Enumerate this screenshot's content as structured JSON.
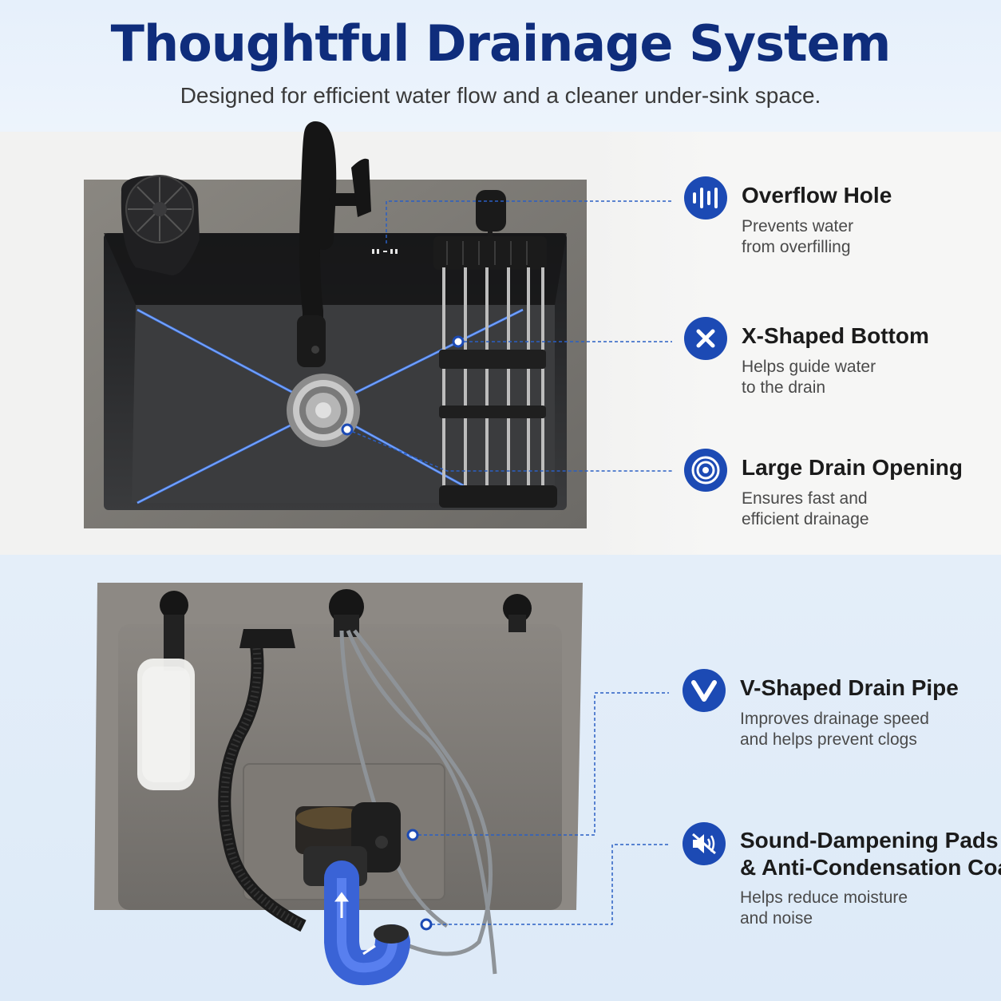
{
  "header": {
    "title": "Thoughtful Drainage System",
    "subtitle": "Designed for efficient water flow and a cleaner under-sink space."
  },
  "features": [
    {
      "icon": "soundwave-icon",
      "title": "Overflow Hole",
      "desc_line1": "Prevents water",
      "desc_line2": "from overfilling"
    },
    {
      "icon": "x-mark-icon",
      "title": "X-Shaped Bottom",
      "desc_line1": "Helps guide water",
      "desc_line2": "to the drain"
    },
    {
      "icon": "concentric-circles-icon",
      "title": "Large Drain Opening",
      "desc_line1": "Ensures fast and",
      "desc_line2": "efficient drainage"
    },
    {
      "icon": "v-letter-icon",
      "title": "V-Shaped Drain Pipe",
      "desc_line1": "Improves drainage speed",
      "desc_line2": "and helps prevent clogs"
    },
    {
      "icon": "muted-speaker-icon",
      "title_line1": "Sound-Dampening Pads",
      "title_line2": "& Anti-Condensation Coating",
      "desc_line1": "Helps reduce moisture",
      "desc_line2": "and noise"
    }
  ],
  "colors": {
    "title": "#0f2d7c",
    "badge": "#1c4ab4",
    "leader": "#2a5fc4",
    "sink_steel": "#7d7a76",
    "sink_basin": "#2b2c2e"
  }
}
